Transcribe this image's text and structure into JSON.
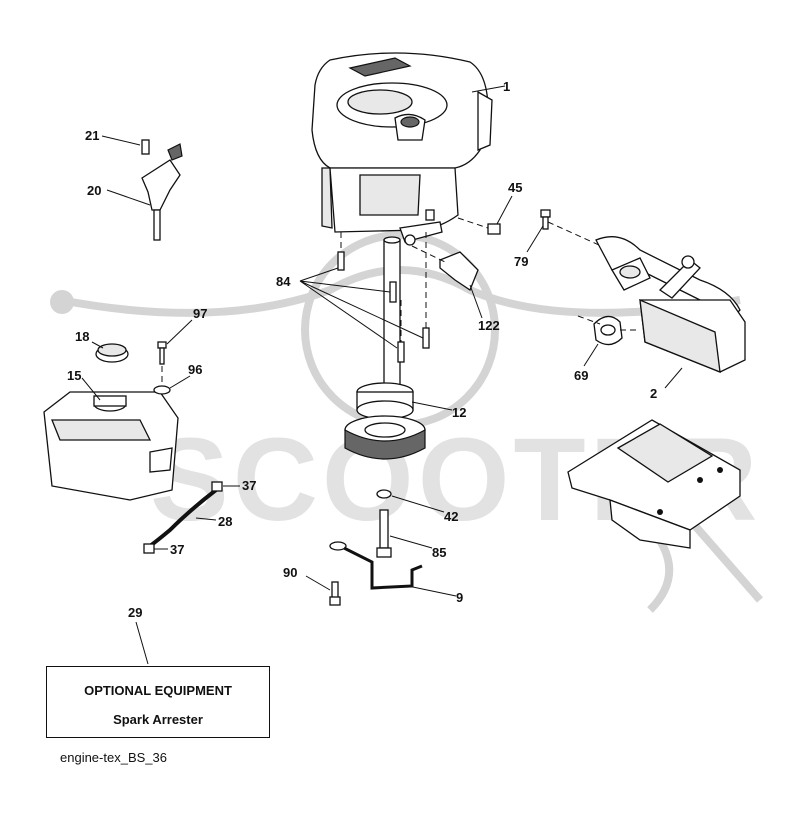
{
  "watermark": {
    "text": "SCOOTER"
  },
  "callouts": {
    "c1": "1",
    "c2": "2",
    "c9": "9",
    "c12": "12",
    "c15": "15",
    "c18": "18",
    "c20": "20",
    "c21": "21",
    "c28": "28",
    "c29": "29",
    "c37a": "37",
    "c37b": "37",
    "c42": "42",
    "c45": "45",
    "c69": "69",
    "c79": "79",
    "c84": "84",
    "c85": "85",
    "c90": "90",
    "c96": "96",
    "c97": "97",
    "c122": "122"
  },
  "optional_equipment": {
    "title": "OPTIONAL EQUIPMENT",
    "item": "Spark Arrester"
  },
  "diagram_code": "engine-tex_BS_36"
}
